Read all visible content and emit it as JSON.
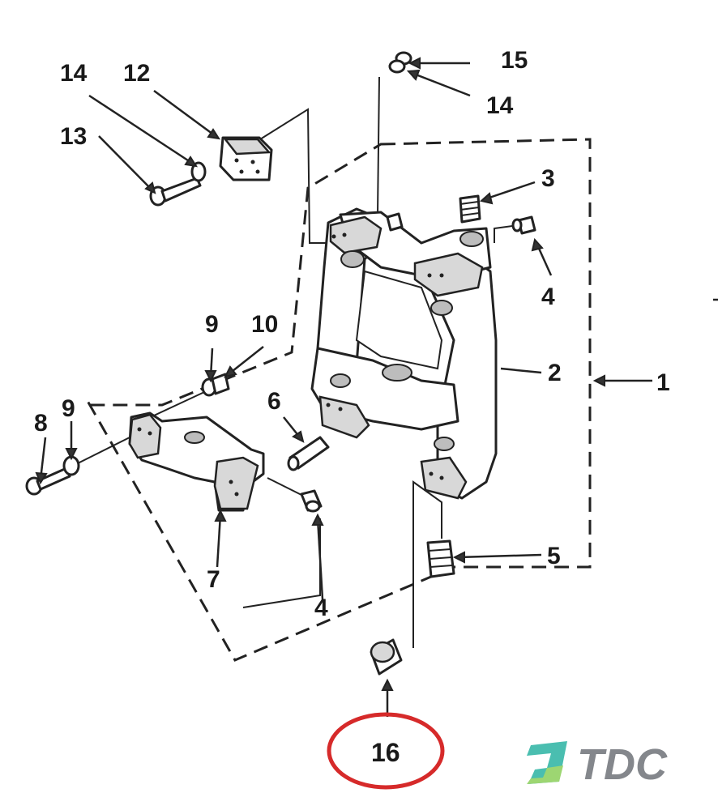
{
  "callouts": {
    "c1": "1",
    "c2": "2",
    "c3": "3",
    "c4_top": "4",
    "c4_bottom": "4",
    "c5": "5",
    "c6": "6",
    "c7": "7",
    "c8": "8",
    "c9_top": "9",
    "c9_left": "9",
    "c10": "10",
    "c12": "12",
    "c13": "13",
    "c14_left": "14",
    "c14_right": "14",
    "c15": "15",
    "c16": "16"
  },
  "logo": {
    "text": "TDC"
  },
  "colors": {
    "highlight_circle": "#d62a2a",
    "logo_teal": "#2bb3a3",
    "logo_green": "#8ccf5a",
    "logo_gray": "#6f7378"
  }
}
